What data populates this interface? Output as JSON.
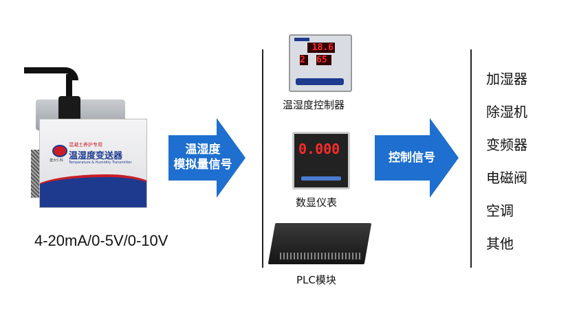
{
  "transmitter": {
    "logo_text": "建大仁科",
    "subtitle": "混凝土养护专用",
    "name": "温湿度变送器",
    "name_en": "Temperature & Humidity Transmitter",
    "output_spec": "4-20mA/0-5V/0-10V"
  },
  "arrow1": {
    "line1": "温湿度",
    "line2": "模拟量信号"
  },
  "receivers": [
    {
      "label": "温湿度控制器",
      "display_temp": "18.6",
      "display_ch": "2",
      "display_hum": "65"
    },
    {
      "label": "数显仪表",
      "display": "0.000"
    },
    {
      "label": "PLC模块"
    }
  ],
  "arrow2": {
    "label": "控制信号"
  },
  "outputs": [
    "加湿器",
    "除湿机",
    "变频器",
    "电磁阀",
    "空调",
    "其他"
  ],
  "colors": {
    "arrow": "#1e6fcf",
    "display": "#ff2a2a",
    "device_blue": "#1d3a8f",
    "device_red": "#c81e28"
  }
}
